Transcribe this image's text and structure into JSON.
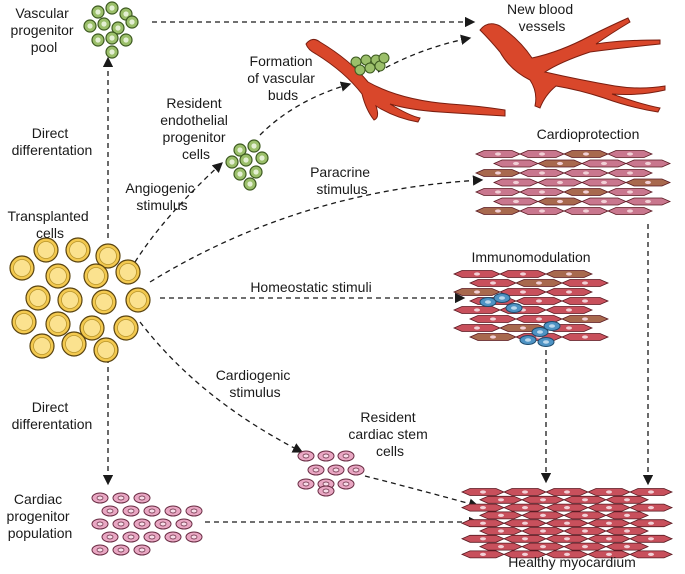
{
  "labels": {
    "vascular_pool": [
      "Vascular",
      "progenitor",
      "pool"
    ],
    "new_vessels": [
      "New blood",
      "vessels"
    ],
    "formation": [
      "Formation",
      "of vascular",
      "buds"
    ],
    "resident_endothelial": [
      "Resident",
      "endothelial",
      "progenitor",
      "cells"
    ],
    "direct_diff_top": [
      "Direct",
      "differentation"
    ],
    "angiogenic": [
      "Angiogenic",
      "stimulus"
    ],
    "transplanted": [
      "Transplanted",
      "cells"
    ],
    "paracrine": [
      "Paracrine",
      "stimulus"
    ],
    "cardioprotection": "Cardioprotection",
    "immunomodulation": "Immunomodulation",
    "homeostatic": "Homeostatic stimuli",
    "cardiogenic": [
      "Cardiogenic",
      "stimulus"
    ],
    "direct_diff_bottom": [
      "Direct",
      "differentation"
    ],
    "resident_cardiac": [
      "Resident",
      "cardiac stem",
      "cells"
    ],
    "cardiac_progenitor": [
      "Cardiac",
      "progenitor",
      "population"
    ],
    "healthy": "Healthy myocardium"
  },
  "colors": {
    "yellow_cell": "#f3c94f",
    "green_cell": "#9bbf6a",
    "pink_cell": "#e9a7c3",
    "vessel": "#d9472b",
    "muscle": "#c8505c",
    "muscle_pale": "#c9778e",
    "muscle_brown": "#a8694e",
    "immune": "#4e93c4"
  }
}
